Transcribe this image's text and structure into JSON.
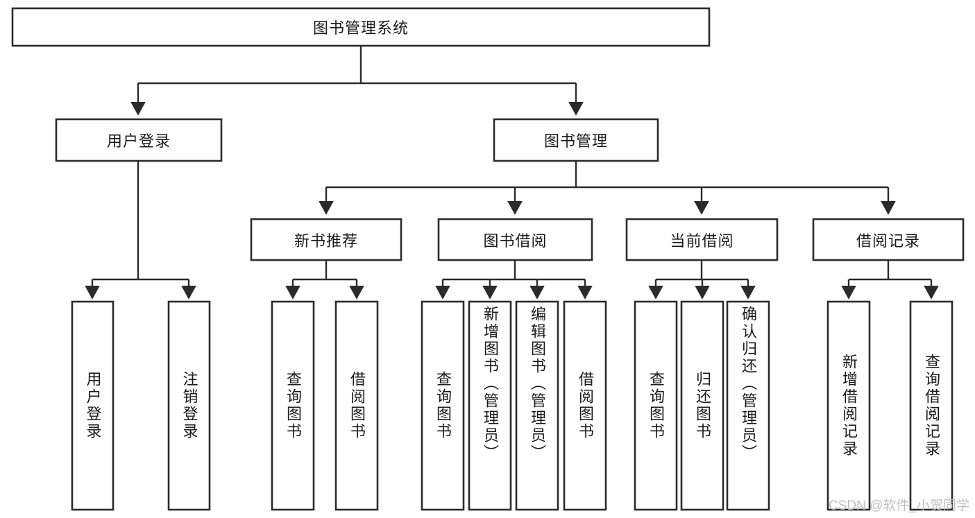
{
  "diagram": {
    "type": "tree-hierarchy",
    "title": "图书管理系统",
    "orientation": "top-down",
    "colors": {
      "box_stroke": "#2b2b2b",
      "box_fill": "#ffffff",
      "text": "#1a1a1a",
      "background": "#ffffff",
      "watermark": "#bfbfbf"
    },
    "root": {
      "label": "图书管理系统"
    },
    "level2": [
      {
        "label": "用户登录"
      },
      {
        "label": "图书管理"
      }
    ],
    "level3": [
      {
        "label": "新书推荐"
      },
      {
        "label": "图书借阅"
      },
      {
        "label": "当前借阅"
      },
      {
        "label": "借阅记录"
      }
    ],
    "leaves": {
      "user_login": [
        {
          "label": "用户登录"
        },
        {
          "label": "注销登录"
        }
      ],
      "new_book_recommend": [
        {
          "label": "查询图书"
        },
        {
          "label": "借阅图书"
        }
      ],
      "book_borrow": [
        {
          "label": "查询图书"
        },
        {
          "label": "新增图书（管理员）"
        },
        {
          "label": "编辑图书（管理员）"
        },
        {
          "label": "借阅图书"
        }
      ],
      "current_borrow": [
        {
          "label": "查询图书"
        },
        {
          "label": "归还图书"
        },
        {
          "label": "确认归还（管理员）"
        }
      ],
      "borrow_records": [
        {
          "label": "新增借阅记录"
        },
        {
          "label": "查询借阅记录"
        }
      ]
    }
  },
  "watermark": {
    "text": "CSDN @软件_小贺同学"
  }
}
